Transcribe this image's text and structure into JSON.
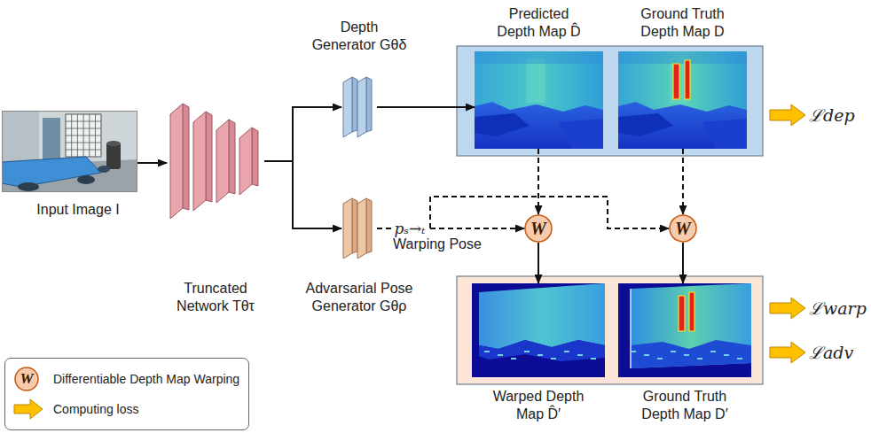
{
  "diagram": {
    "nodes": [
      {
        "text": [
          "Input Image I"
        ]
      },
      {
        "text": [
          "Truncated Network Tθτ"
        ]
      },
      {
        "text": [
          "Depth Generator Gθδ"
        ]
      },
      {
        "text": [
          "Advarsarial Pose Generator Gθρ"
        ]
      },
      {
        "text": [
          "Predicted Depth Map D̂"
        ]
      },
      {
        "text": [
          "Ground Truth Depth Map D"
        ]
      },
      {
        "text": [
          "W"
        ]
      },
      {
        "text": [
          "W"
        ]
      },
      {
        "text": [
          "Warped Depth Map D̂′"
        ]
      },
      {
        "text": [
          "Ground Truth Depth Map D′"
        ]
      }
    ],
    "edges": [
      {
        "from": 0,
        "to": 1,
        "arrow": "to"
      },
      {
        "from": 1,
        "to": 2,
        "arrow": "to"
      },
      {
        "from": 1,
        "to": 3,
        "arrow": "to"
      },
      {
        "from": 2,
        "to": 4,
        "arrow": "to"
      },
      {
        "from": 3,
        "to": 6,
        "label": "pₛ→ₜ",
        "arrow": "to"
      },
      {
        "from": 3,
        "to": 7,
        "arrow": "to"
      },
      {
        "from": 4,
        "to": 6,
        "arrow": "to"
      },
      {
        "from": 5,
        "to": 7,
        "arrow": "to"
      },
      {
        "from": 6,
        "to": 8,
        "arrow": "to"
      },
      {
        "from": 7,
        "to": 9,
        "arrow": "to"
      }
    ],
    "labels": [
      "Warping Pose",
      "ℒdep",
      "ℒwarp",
      "ℒadv",
      "W"
    ],
    "legend": [
      {
        "text": "Differentiable Depth Map Warping"
      },
      {
        "text": "Computing loss"
      }
    ]
  }
}
